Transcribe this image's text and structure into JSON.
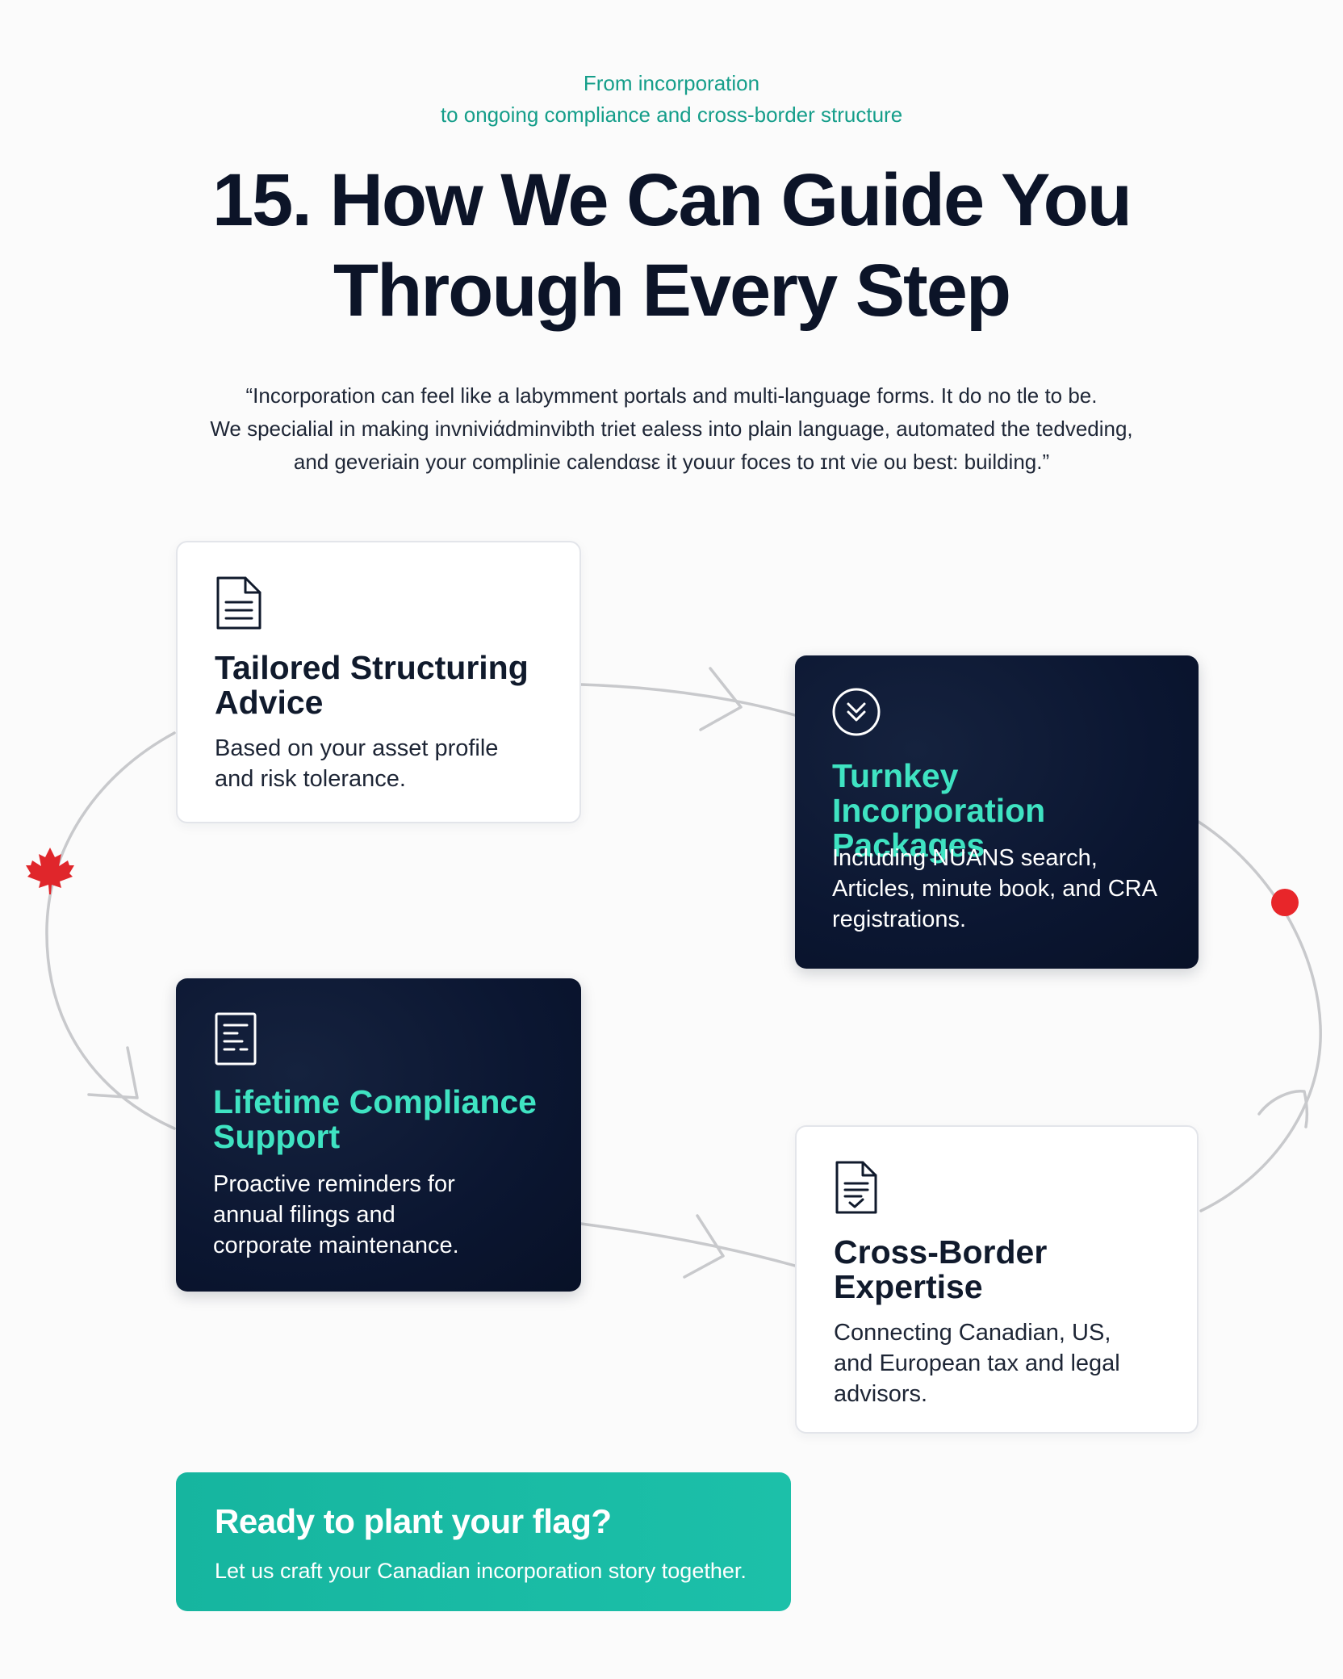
{
  "header": {
    "eyebrow_line1": "From incorporation",
    "eyebrow_line2": "to ongoing compliance and cross-border structure",
    "title_line1": "15. How We Can Guide You",
    "title_line2": "Through Every Step"
  },
  "quote": {
    "line1": "“Incorporation can feel like a labymment portals and multi-language forms. It do no tle to be.",
    "line2": "We specialial in making invniviάdminvibth triet ealess into plain language, automated the tedveding,",
    "line3": "and geveriain your complinie calendαsε it youur foces to ɪnt vie ou best: building.”"
  },
  "cards": [
    {
      "title_line1": "Tailored Structuring",
      "title_line2": "Advice",
      "desc_line1": "Based on your asset profile",
      "desc_line2": "and risk tolerance.",
      "icon": "document-icon"
    },
    {
      "title_line1": "Turnkey Incorporation",
      "title_line2": "Packages",
      "desc_line1": "Including NUANS search,",
      "desc_line2": "Articles, minute book, and CRA",
      "desc_line3": "registrations.",
      "icon": "chevrons-down-circle-icon"
    },
    {
      "title_line1": "Lifetime Compliance",
      "title_line2": "Support",
      "desc_line1": "Proactive reminders for",
      "desc_line2": "annual filings and",
      "desc_line3": "corporate maintenance.",
      "icon": "document-list-icon"
    },
    {
      "title_line1": "Cross-Border",
      "title_line2": "Expertise",
      "desc_line1": "Connecting Canadian, US,",
      "desc_line2": "and European tax and legal",
      "desc_line3": "advisors.",
      "icon": "document-check-icon"
    }
  ],
  "cta": {
    "title": "Ready to plant your flag?",
    "subtitle": "Let us craft your Canadian incorporation story together."
  },
  "colors": {
    "accent_teal": "#16b59f",
    "eyebrow_teal": "#159e8a",
    "card_title_teal": "#3fe3c2",
    "navy": "#0b1631",
    "maple_red": "#e0262b",
    "dot_red": "#e8262a",
    "connector_gray": "#c8c9cc"
  },
  "decorations": [
    "maple-leaf-icon",
    "red-dot-marker"
  ]
}
